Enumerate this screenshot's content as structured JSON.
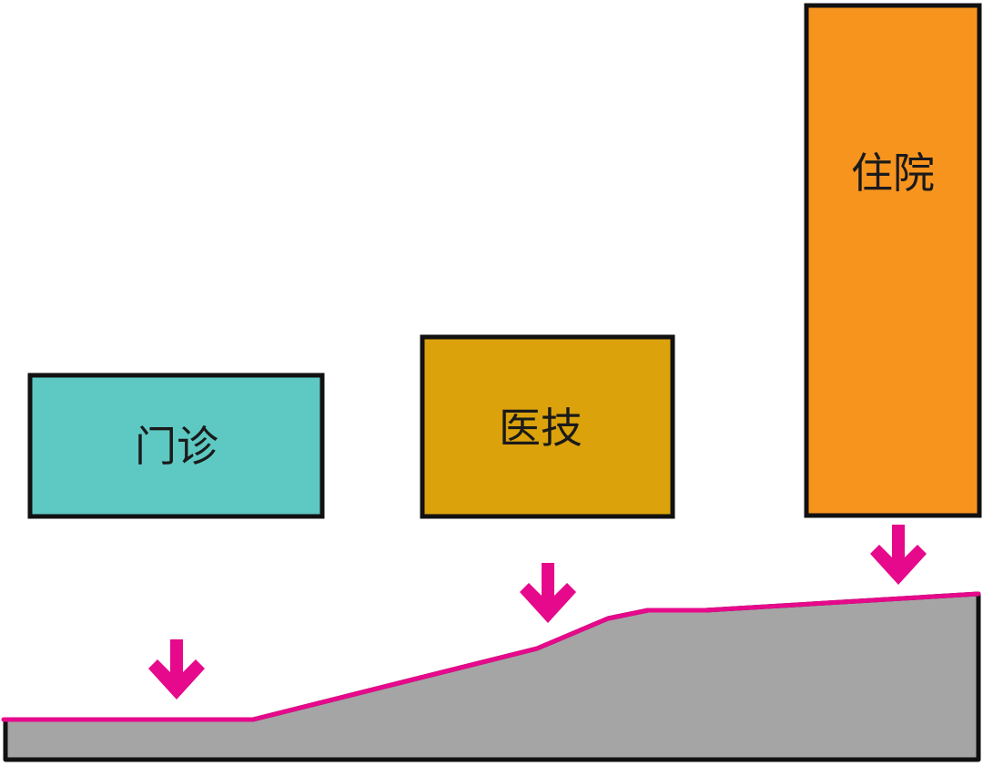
{
  "blocks": [
    {
      "id": "outpatient",
      "label": "门诊",
      "color": "#5ec8c2"
    },
    {
      "id": "medtech",
      "label": "医技",
      "color": "#dba20b"
    },
    {
      "id": "inpatient",
      "label": "住院",
      "color": "#f7941e"
    }
  ],
  "colors": {
    "ground_fill": "#a6a5a6",
    "ground_line": "#e6098b",
    "arrow": "#e6098b",
    "outline": "#111111"
  }
}
